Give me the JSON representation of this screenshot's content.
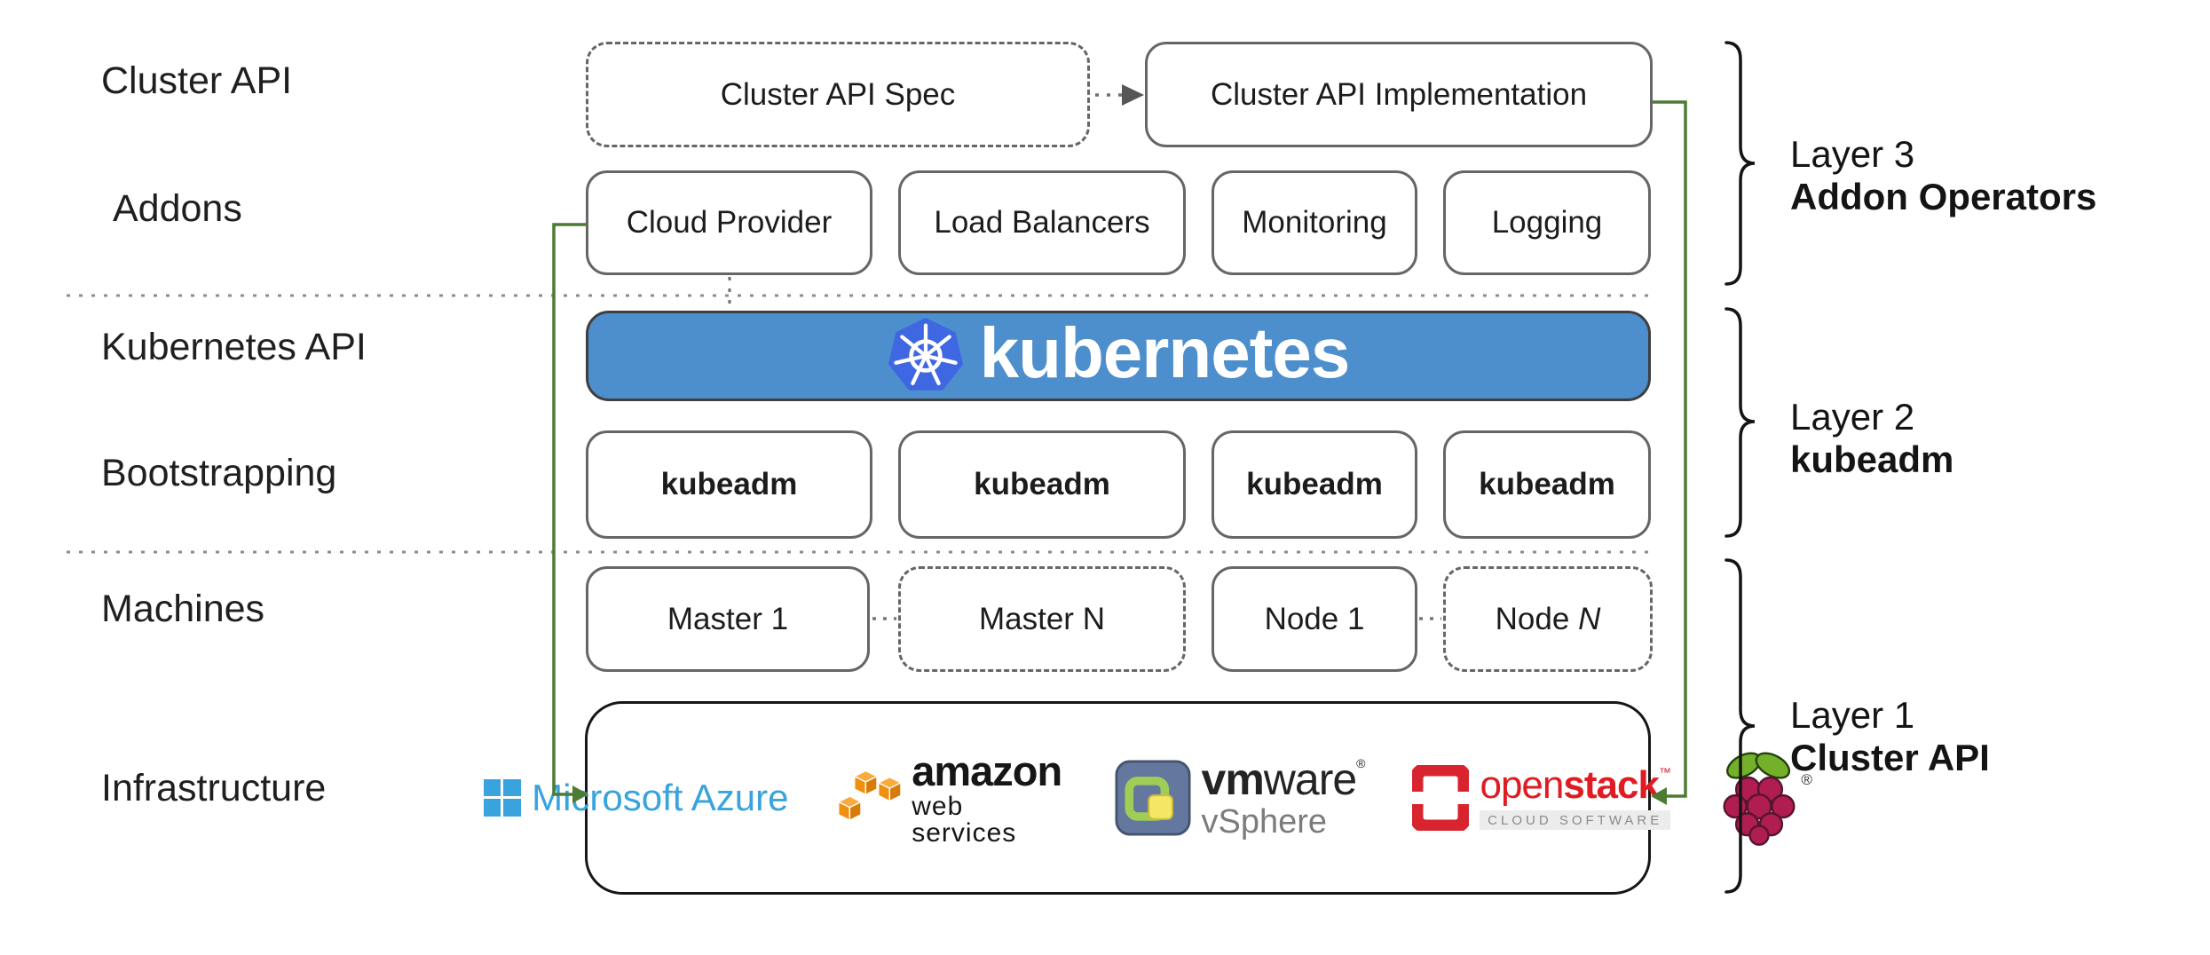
{
  "row_labels": [
    "Cluster API",
    "Addons",
    "Kubernetes API",
    "Bootstrapping",
    "Machines",
    "Infrastructure"
  ],
  "top_row": {
    "spec_label": "Cluster API Spec",
    "implementation_label": "Cluster API Implementation"
  },
  "addons_row": {
    "boxes": [
      "Cloud Provider",
      "Load Balancers",
      "Monitoring",
      "Logging"
    ]
  },
  "kubernetes_banner": {
    "wordmark": "kubernetes",
    "logo_icon": "kubernetes-helm-icon",
    "banner_color": "#4d8ecd",
    "logo_color": "#4067e2"
  },
  "bootstrapping_row": {
    "boxes": [
      "kubeadm",
      "kubeadm",
      "kubeadm",
      "kubeadm"
    ]
  },
  "machines_row": {
    "boxes": [
      {
        "name": "Master",
        "num": "1"
      },
      {
        "name": "Master",
        "num": "N"
      },
      {
        "name": "Node",
        "num": "1"
      },
      {
        "name": "Node",
        "num": "N"
      }
    ]
  },
  "infrastructure_row": {
    "providers": [
      {
        "icon": "google-cloud-logo"
      },
      {
        "icon": "microsoft-azure-logo",
        "label": "Microsoft Azure"
      },
      {
        "icon": "aws-logo",
        "label": "amazon",
        "sublabel": "web services"
      },
      {
        "icon": "vmware-vsphere-logo",
        "label_bold": "vm",
        "label_rest": "ware",
        "reg_mark": "®",
        "sublabel": "vSphere"
      },
      {
        "icon": "openstack-logo",
        "label_light": "open",
        "label_bold": "stack",
        "tm_mark": "™",
        "sublabel": "CLOUD SOFTWARE"
      },
      {
        "icon": "raspberry-pi-logo",
        "reg_mark": "®"
      }
    ]
  },
  "layer_brackets": [
    {
      "layer": "Layer 3",
      "title": "Addon Operators"
    },
    {
      "layer": "Layer 2",
      "title": "kubeadm"
    },
    {
      "layer": "Layer 1",
      "title": "Cluster API"
    }
  ],
  "colors": {
    "arrow_green": "#4c7c33",
    "box_stroke": "#666666",
    "banner_blue": "#4d8ecd",
    "text_color": "#1f1f1f"
  }
}
